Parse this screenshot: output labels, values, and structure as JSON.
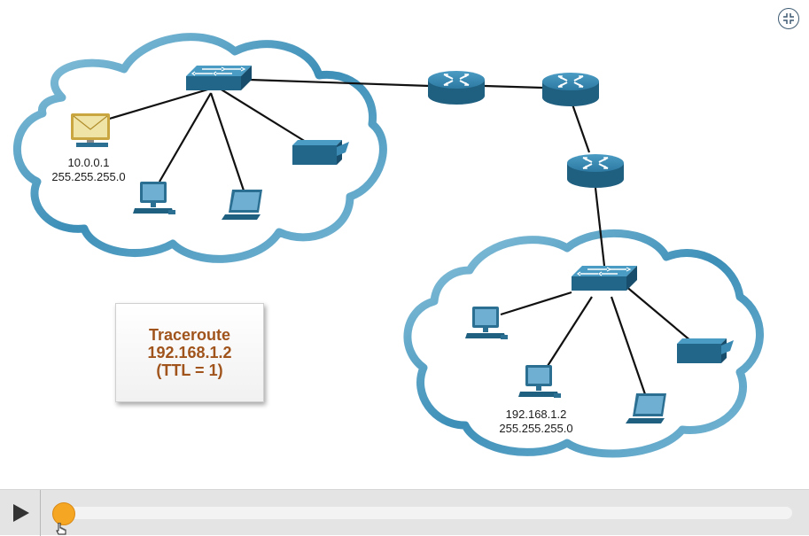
{
  "diagram": {
    "source_host": {
      "ip": "10.0.0.1",
      "mask": "255.255.255.0"
    },
    "destination_host": {
      "ip": "192.168.1.2",
      "mask": "255.255.255.0"
    },
    "callout": {
      "line1": "Traceroute",
      "line2": "192.168.1.2",
      "line3": "(TTL = 1)"
    },
    "icons": [
      "envelope-icon",
      "switch-icon",
      "router-icon",
      "desktop-icon",
      "laptop-icon",
      "printer-icon",
      "cloud-icon"
    ]
  },
  "player": {
    "progress": 0,
    "play_icon": "play-icon",
    "exit_icon": "exit-fullscreen-icon",
    "colors": {
      "bar": "#e4e4e4",
      "knob": "#f5a623",
      "device": "#2b6f93"
    }
  }
}
